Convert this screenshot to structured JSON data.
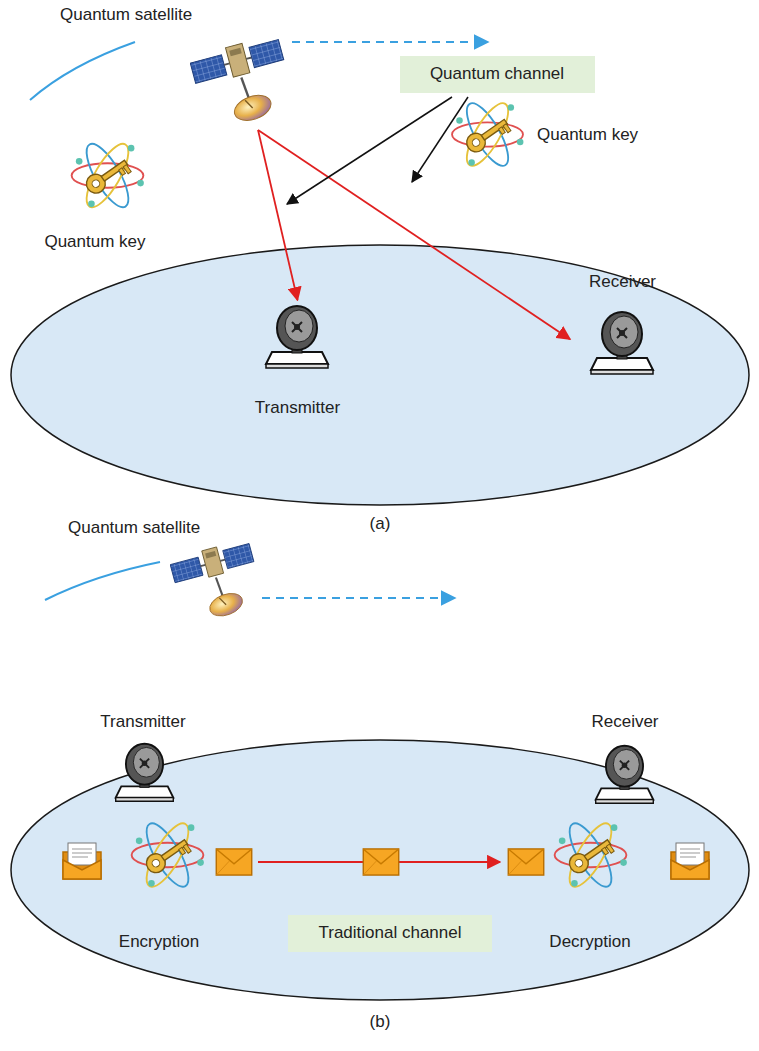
{
  "diagram": {
    "nodes": [
      {
        "text": [
          "Quantum satellite"
        ]
      },
      {
        "text": [
          "Quantum channel"
        ]
      },
      {
        "text": [
          "Quantum key"
        ]
      },
      {
        "text": [
          "Quantum key"
        ]
      },
      {
        "text": [
          "Transmitter"
        ]
      },
      {
        "text": [
          "Receiver"
        ]
      },
      {
        "text": [
          "Quantum satellite"
        ]
      },
      {
        "text": [
          "Transmitter"
        ]
      },
      {
        "text": [
          "Receiver"
        ]
      },
      {
        "text": [
          "Encryption"
        ]
      },
      {
        "text": [
          "Traditional channel"
        ]
      },
      {
        "text": [
          "Decryption"
        ]
      }
    ],
    "edges": [
      {
        "from": 0,
        "to": 4,
        "arrow": "to"
      },
      {
        "from": 0,
        "to": 5,
        "arrow": "to"
      },
      {
        "from": 9,
        "to": 11,
        "arrow": "to"
      }
    ],
    "labels": [
      "(a)",
      "(b)"
    ]
  }
}
